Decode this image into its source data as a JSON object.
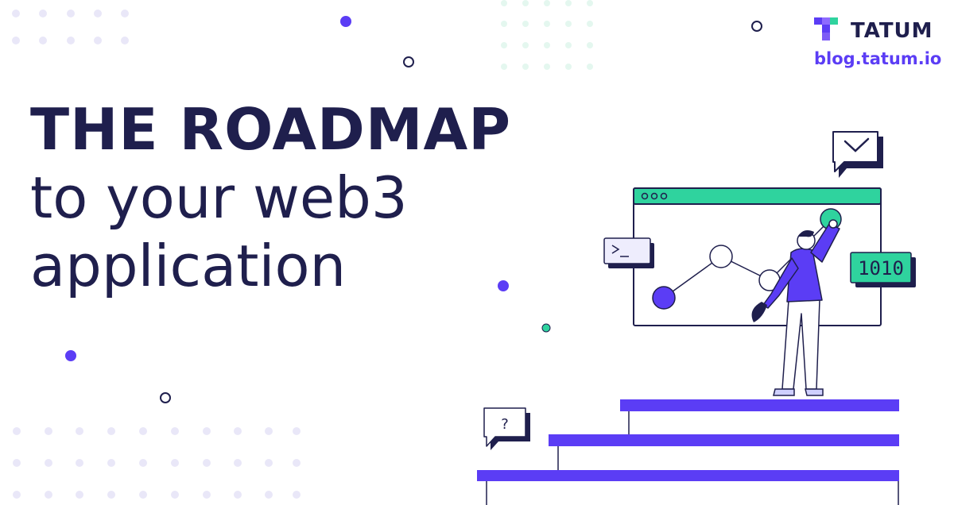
{
  "headline": {
    "line1": "THE ROADMAP",
    "line2": "to your web3",
    "line3": "application"
  },
  "brand": {
    "name": "TATUM",
    "url": "blog.tatum.io"
  },
  "illustration": {
    "terminal_prompt": ">_",
    "binary_card": "1010",
    "question_bubble": "?"
  },
  "colors": {
    "navy": "#1f1f4d",
    "purple": "#5b3df5",
    "green": "#2fd39e",
    "dot_light": "#e8e6fb"
  },
  "icons": [
    "tatum-logo-icon",
    "checkmark-bubble-icon",
    "terminal-icon",
    "binary-card-icon",
    "question-bubble-icon"
  ]
}
